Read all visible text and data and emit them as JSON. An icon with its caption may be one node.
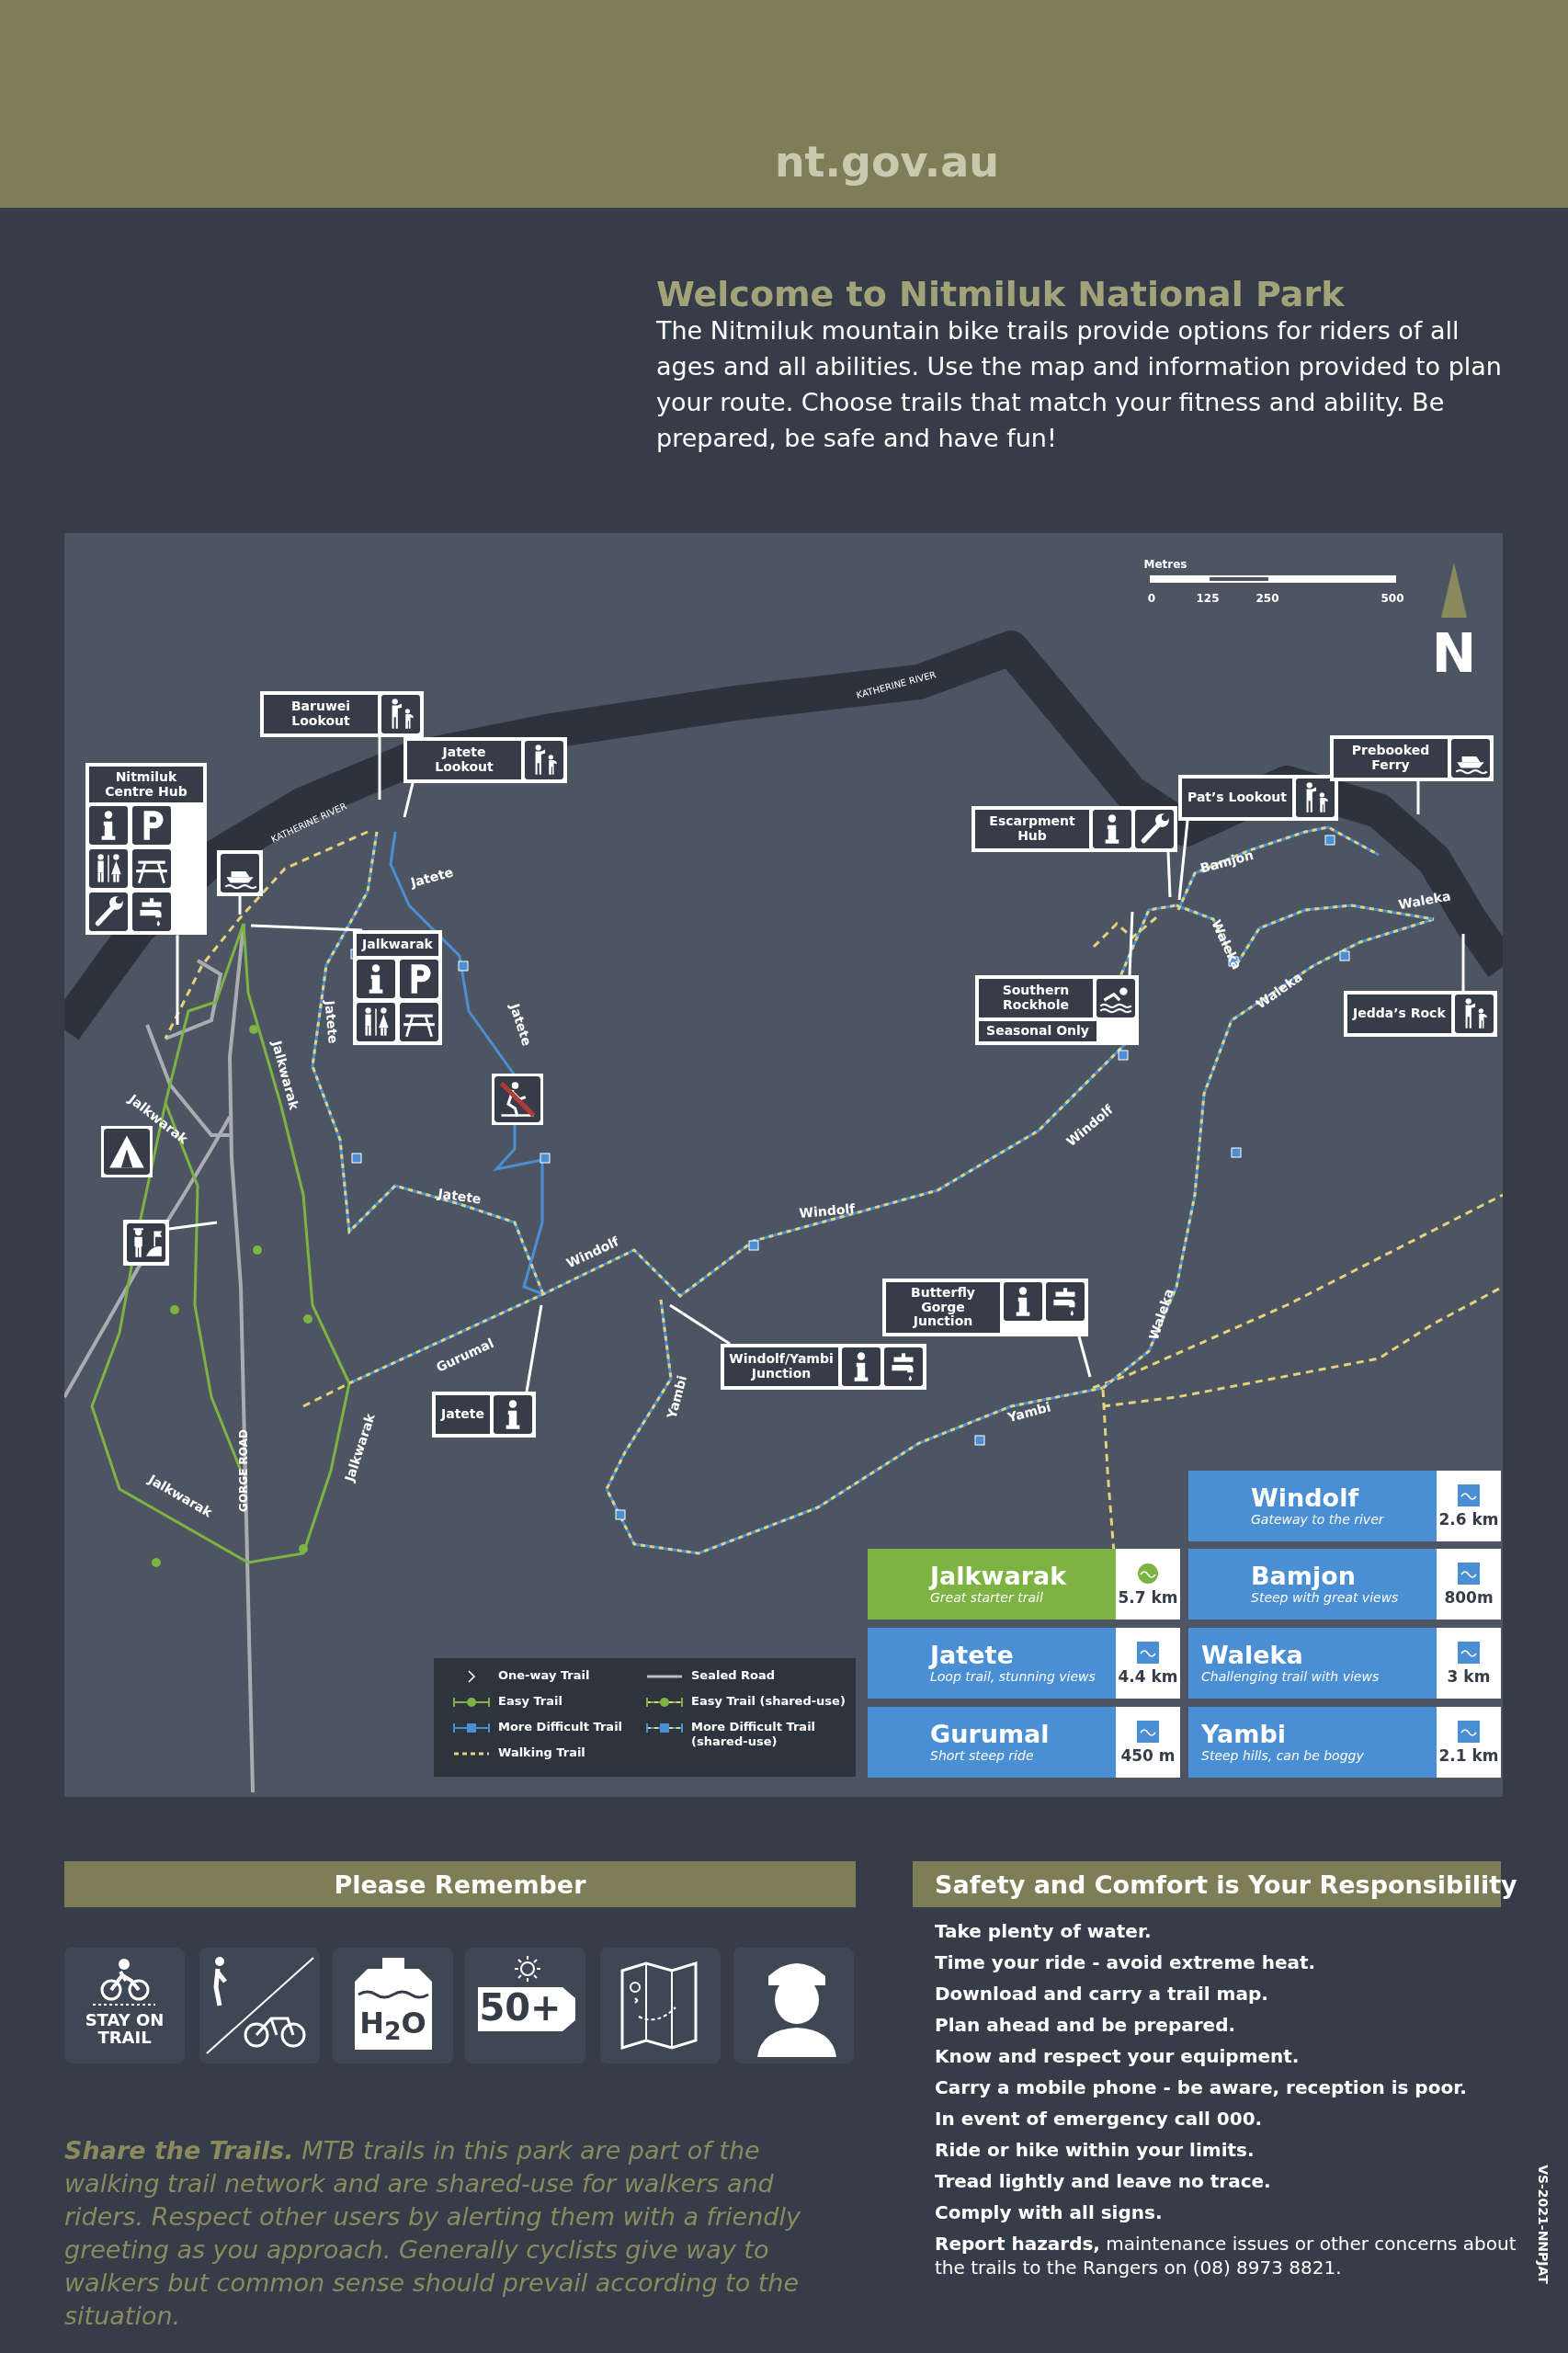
{
  "diagram": {
    "nodes": [
      {
        "text": [
          "Baruwei Lookout"
        ]
      },
      {
        "text": [
          "Jatete Lookout"
        ]
      },
      {
        "text": [
          "Nitmiluk Centre Hub"
        ]
      },
      {
        "text": [],
        "shape": "box"
      },
      {
        "text": [
          "Jalkwarak"
        ]
      },
      {
        "text": [],
        "shape": "box"
      },
      {
        "text": [
          "Jatete"
        ]
      },
      {
        "text": [
          "Windolf/Yambi Junction"
        ]
      },
      {
        "text": [
          "Escarpment Hub"
        ]
      },
      {
        "text": [
          "Pat’s Lookout"
        ]
      },
      {
        "text": [
          "Prebooked Ferry"
        ]
      },
      {
        "text": [
          "Southern Rockhole",
          "Seasonal Only"
        ]
      },
      {
        "text": [
          "Jedda’s Rock"
        ]
      },
      {
        "text": [
          "Butterfly Gorge Junction"
        ]
      },
      {
        "text": [
          "Windolf",
          "Gateway to the river",
          "2.6 km"
        ]
      },
      {
        "text": [
          "Jalkwarak",
          "Great starter trail",
          "5.7 km"
        ]
      },
      {
        "text": [
          "Bamjon",
          "Steep with great views",
          "800m"
        ]
      },
      {
        "text": [
          "Jatete",
          "Loop trail, stunning views",
          "4.4 km"
        ]
      },
      {
        "text": [
          "Waleka",
          "Challenging trail with views",
          "3 km"
        ]
      },
      {
        "text": [
          "Gurumal",
          "Short steep ride",
          "450 m"
        ]
      },
      {
        "text": [
          "Yambi",
          "Steep hills, can be boggy",
          "2.1 km"
        ]
      },
      {
        "text": [
          "Please Remember"
        ]
      },
      {
        "text": [
          "STAY ON TRAIL"
        ]
      },
      {
        "text": [],
        "shape": "box"
      },
      {
        "text": [
          "H$_{2}$O"
        ]
      },
      {
        "text": [
          "50+"
        ]
      },
      {
        "text": [],
        "shape": "box"
      },
      {
        "text": [],
        "shape": "box"
      },
      {
        "text": [
          "Safety and Comfort is Your Responsibility"
        ]
      }
    ],
    "edges": [
      {
        "from": 0,
        "to": null,
        "arrow": "none"
      },
      {
        "from": 1,
        "to": null,
        "arrow": "none"
      },
      {
        "from": 2,
        "to": null,
        "arrow": "none"
      },
      {
        "from": 3,
        "to": null,
        "arrow": "none"
      },
      {
        "from": 4,
        "to": null,
        "arrow": "none"
      },
      {
        "from": 5,
        "to": null,
        "arrow": "none"
      },
      {
        "from": 6,
        "to": null,
        "arrow": "none"
      },
      {
        "from": 7,
        "to": null,
        "arrow": "none"
      },
      {
        "from": 8,
        "to": null,
        "arrow": "none"
      },
      {
        "from": 9,
        "to": null,
        "arrow": "none"
      },
      {
        "from": 10,
        "to": null,
        "arrow": "none"
      },
      {
        "from": 11,
        "to": null,
        "arrow": "none"
      },
      {
        "from": 12,
        "to": null,
        "arrow": "none"
      },
      {
        "from": 13,
        "to": null,
        "arrow": "none"
      }
    ],
    "labels": [
      "nt.gov.au",
      "Welcome to Nitmiluk National Park",
      "The Nitmiluk mountain bike trails provide options for riders of all ages and all abilities. Use the map and information provided to plan your route. Choose trails that match your fitness and ability. Be prepared, be safe and have fun!",
      "Metres",
      "0",
      "125",
      "250",
      "500",
      "N",
      "KATHERINE RIVER",
      "KATHERINE RIVER",
      "Bamjon",
      "Jatete",
      "Waleka",
      "Waleka",
      "Waleka",
      "Jatete",
      "Jatete",
      "Jalkwarak",
      "Jalkwarak",
      "Windolf",
      "Jatete",
      "Windolf",
      "Windolf",
      "Waleka",
      "Gurumal",
      "Yambi",
      "Yambi",
      "GORGE ROAD",
      "Jalkwarak",
      "Jalkwarak",
      "**Share the Trails.** MTB trails in this park are part of the walking trail network and are shared-use for walkers and riders. Respect other users by alerting them with a friendly greeting as you approach. Generally cyclists give way to walkers but common sense should prevail according to the situation.",
      "Take plenty of water.",
      "Time your ride - avoid extreme heat.",
      "Download and carry a trail map.",
      "Plan ahead and be prepared.",
      "Know and respect your equipment.",
      "Carry a mobile phone - be aware, reception is poor.",
      "In event of emergency call 000.",
      "Ride or hike within your limits.",
      "Tread lightly and leave no trace.",
      "Comply with all signs.",
      "**Report hazards,** maintenance issues or other concerns about the trails to the Rangers on (08) 8973 8821.",
      "VS-2021-NNPJAT"
    ],
    "legend": [
      {
        "text": "One-way Trail"
      },
      {
        "text": "Sealed Road"
      },
      {
        "text": "Easy Trail"
      },
      {
        "text": "Easy Trail (shared-use)"
      },
      {
        "text": "More Difficult Trail"
      },
      {
        "text": "More Difficult Trail (shared-use)"
      },
      {
        "text": "Walking Trail"
      }
    ]
  }
}
